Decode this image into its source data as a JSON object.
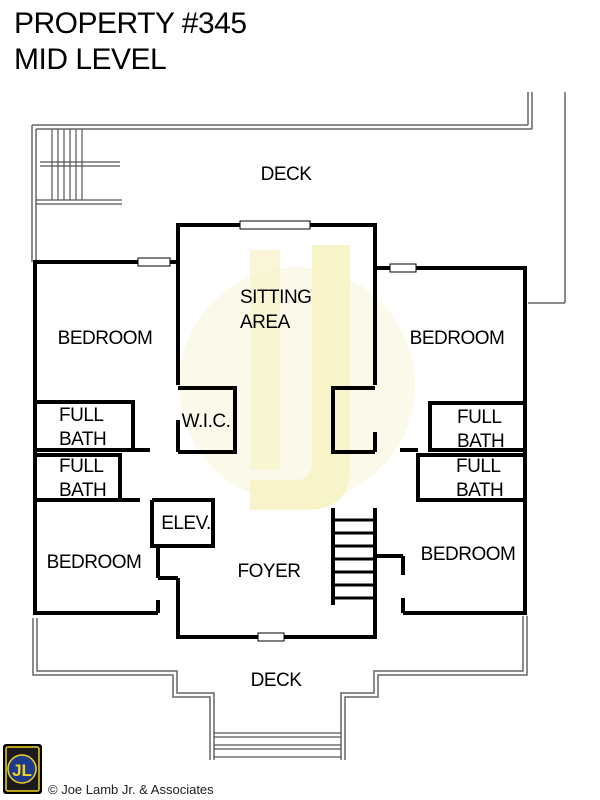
{
  "header": {
    "title_line1": "PROPERTY #345",
    "title_line2": "MID LEVEL"
  },
  "rooms": {
    "deck_top": "DECK",
    "deck_bottom": "DECK",
    "sitting_line1": "SITTING",
    "sitting_line2": "AREA",
    "bedroom_ul": "BEDROOM",
    "bedroom_ur": "BEDROOM",
    "bedroom_ll": "BEDROOM",
    "bedroom_lr": "BEDROOM",
    "bath_ul_line1": "FULL",
    "bath_ul_line2": "BATH",
    "bath_ll_line1": "FULL",
    "bath_ll_line2": "BATH",
    "bath_ur_line1": "FULL",
    "bath_ur_line2": "BATH",
    "bath_lr_line1": "FULL",
    "bath_lr_line2": "BATH",
    "wic": "W.I.C.",
    "elevator": "ELEV.",
    "foyer": "FOYER"
  },
  "footer": {
    "logo_text": "JL",
    "copyright": "© Joe Lamb Jr. & Associates"
  },
  "colors": {
    "wall": "#000000",
    "deck_line": "#555555",
    "watermark": "#f6f4c8",
    "logo_yellow": "#f2d21c"
  }
}
